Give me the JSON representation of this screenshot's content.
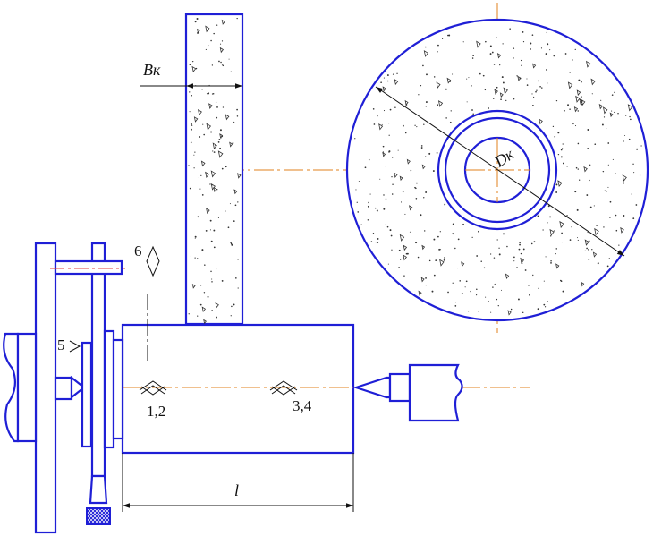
{
  "labels": {
    "wheel_width": "Bк",
    "wheel_diameter": "Dк",
    "length": "l",
    "point_12": "1,2",
    "point_34": "3,4",
    "point_5": "5",
    "point_6": "6"
  },
  "colors": {
    "outline": "#1f1fd6",
    "axis": "#e0801e",
    "dimension": "#111111"
  }
}
